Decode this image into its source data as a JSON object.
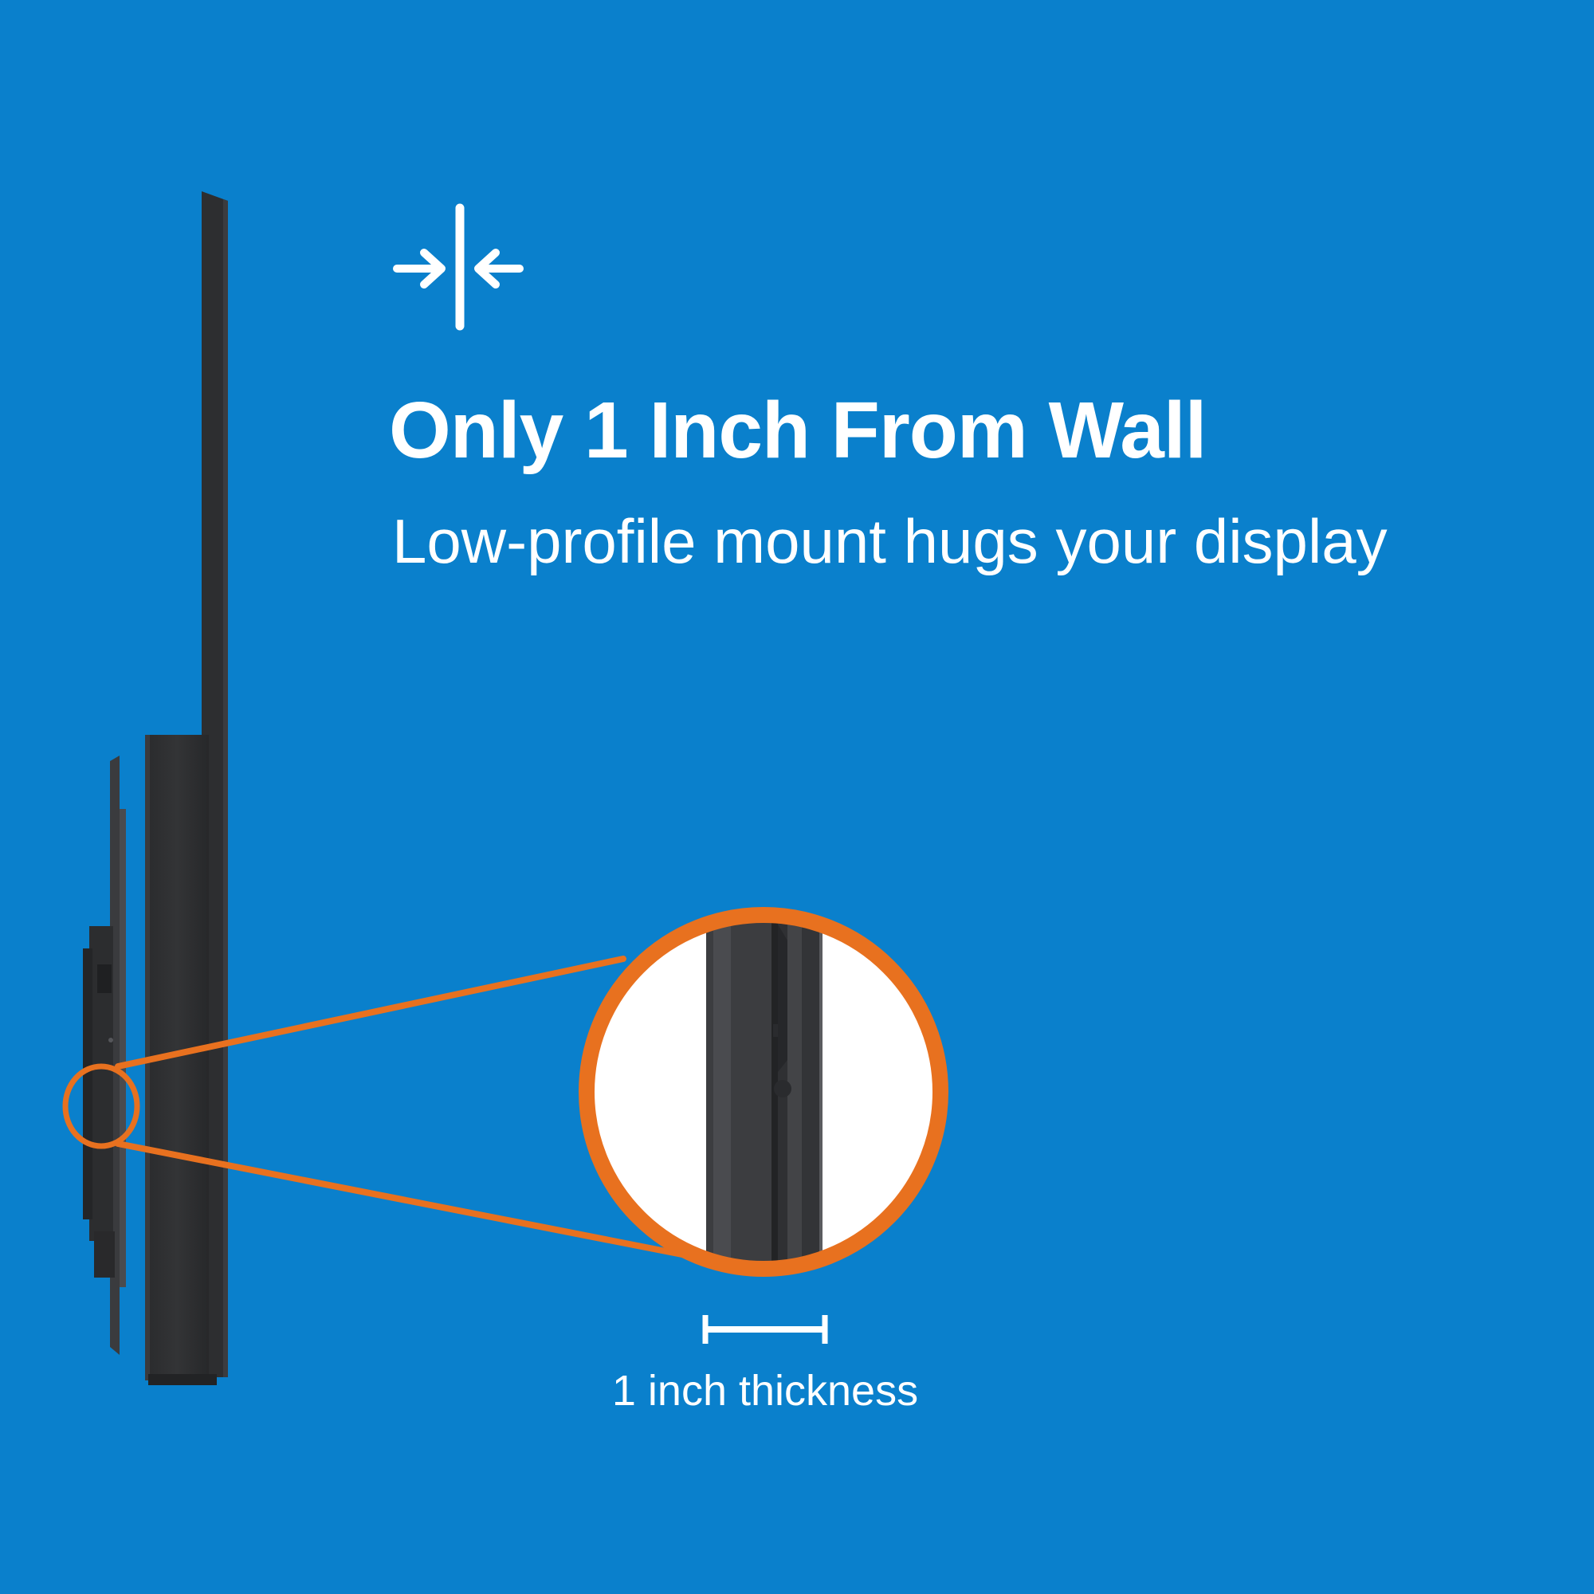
{
  "headline": "Only 1 Inch From Wall",
  "subheadline": "Low-profile mount hugs your display",
  "thickness_label": "1 inch thickness",
  "icons": {
    "compress": "compress-arrows-icon",
    "dimension": "dimension-bracket-icon"
  },
  "colors": {
    "background": "#0a80cc",
    "accent": "#e8711f",
    "text": "#ffffff",
    "product": "#2b2c2e"
  }
}
